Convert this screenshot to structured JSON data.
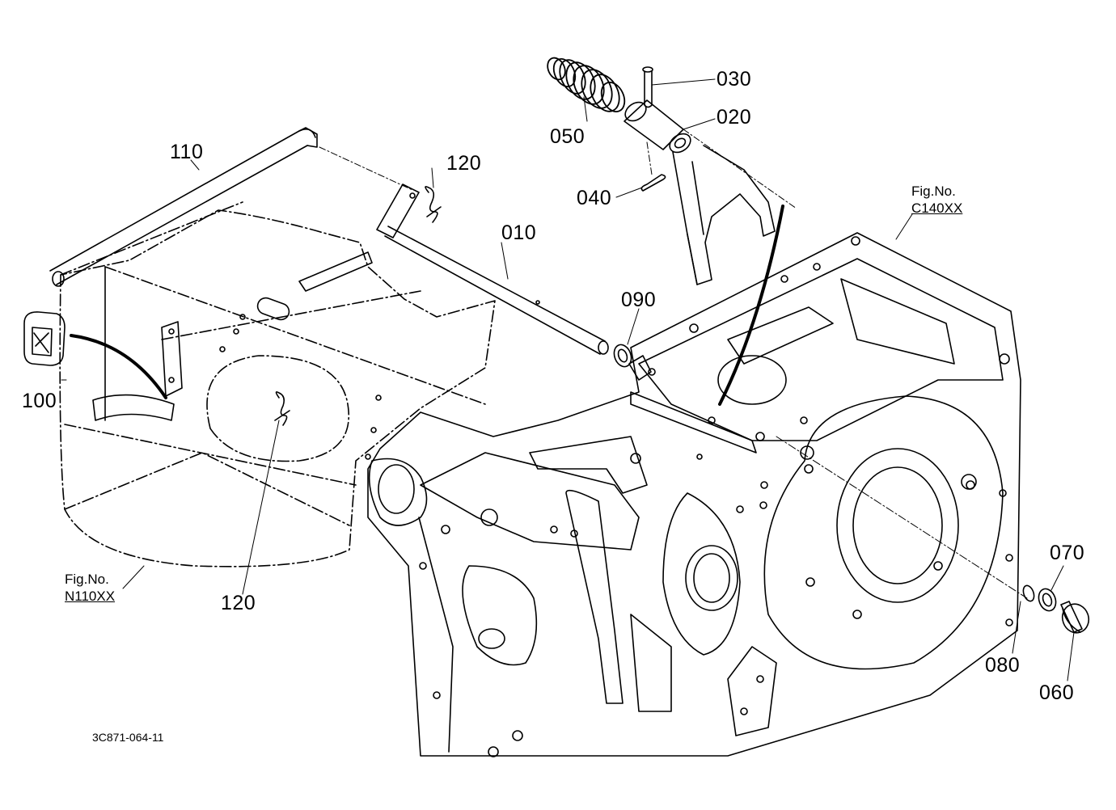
{
  "part_labels": {
    "p010": "010",
    "p020": "020",
    "p030": "030",
    "p040": "040",
    "p050": "050",
    "p060": "060",
    "p070": "070",
    "p080": "080",
    "p090": "090",
    "p100": "100",
    "p110": "110",
    "p120_top": "120",
    "p120_bottom": "120"
  },
  "figure_refs": {
    "left": {
      "caption": "Fig.No.",
      "code": "N110XX"
    },
    "right": {
      "caption": "Fig.No.",
      "code": "C140XX"
    }
  },
  "drawing_number": "3C871-064-11"
}
